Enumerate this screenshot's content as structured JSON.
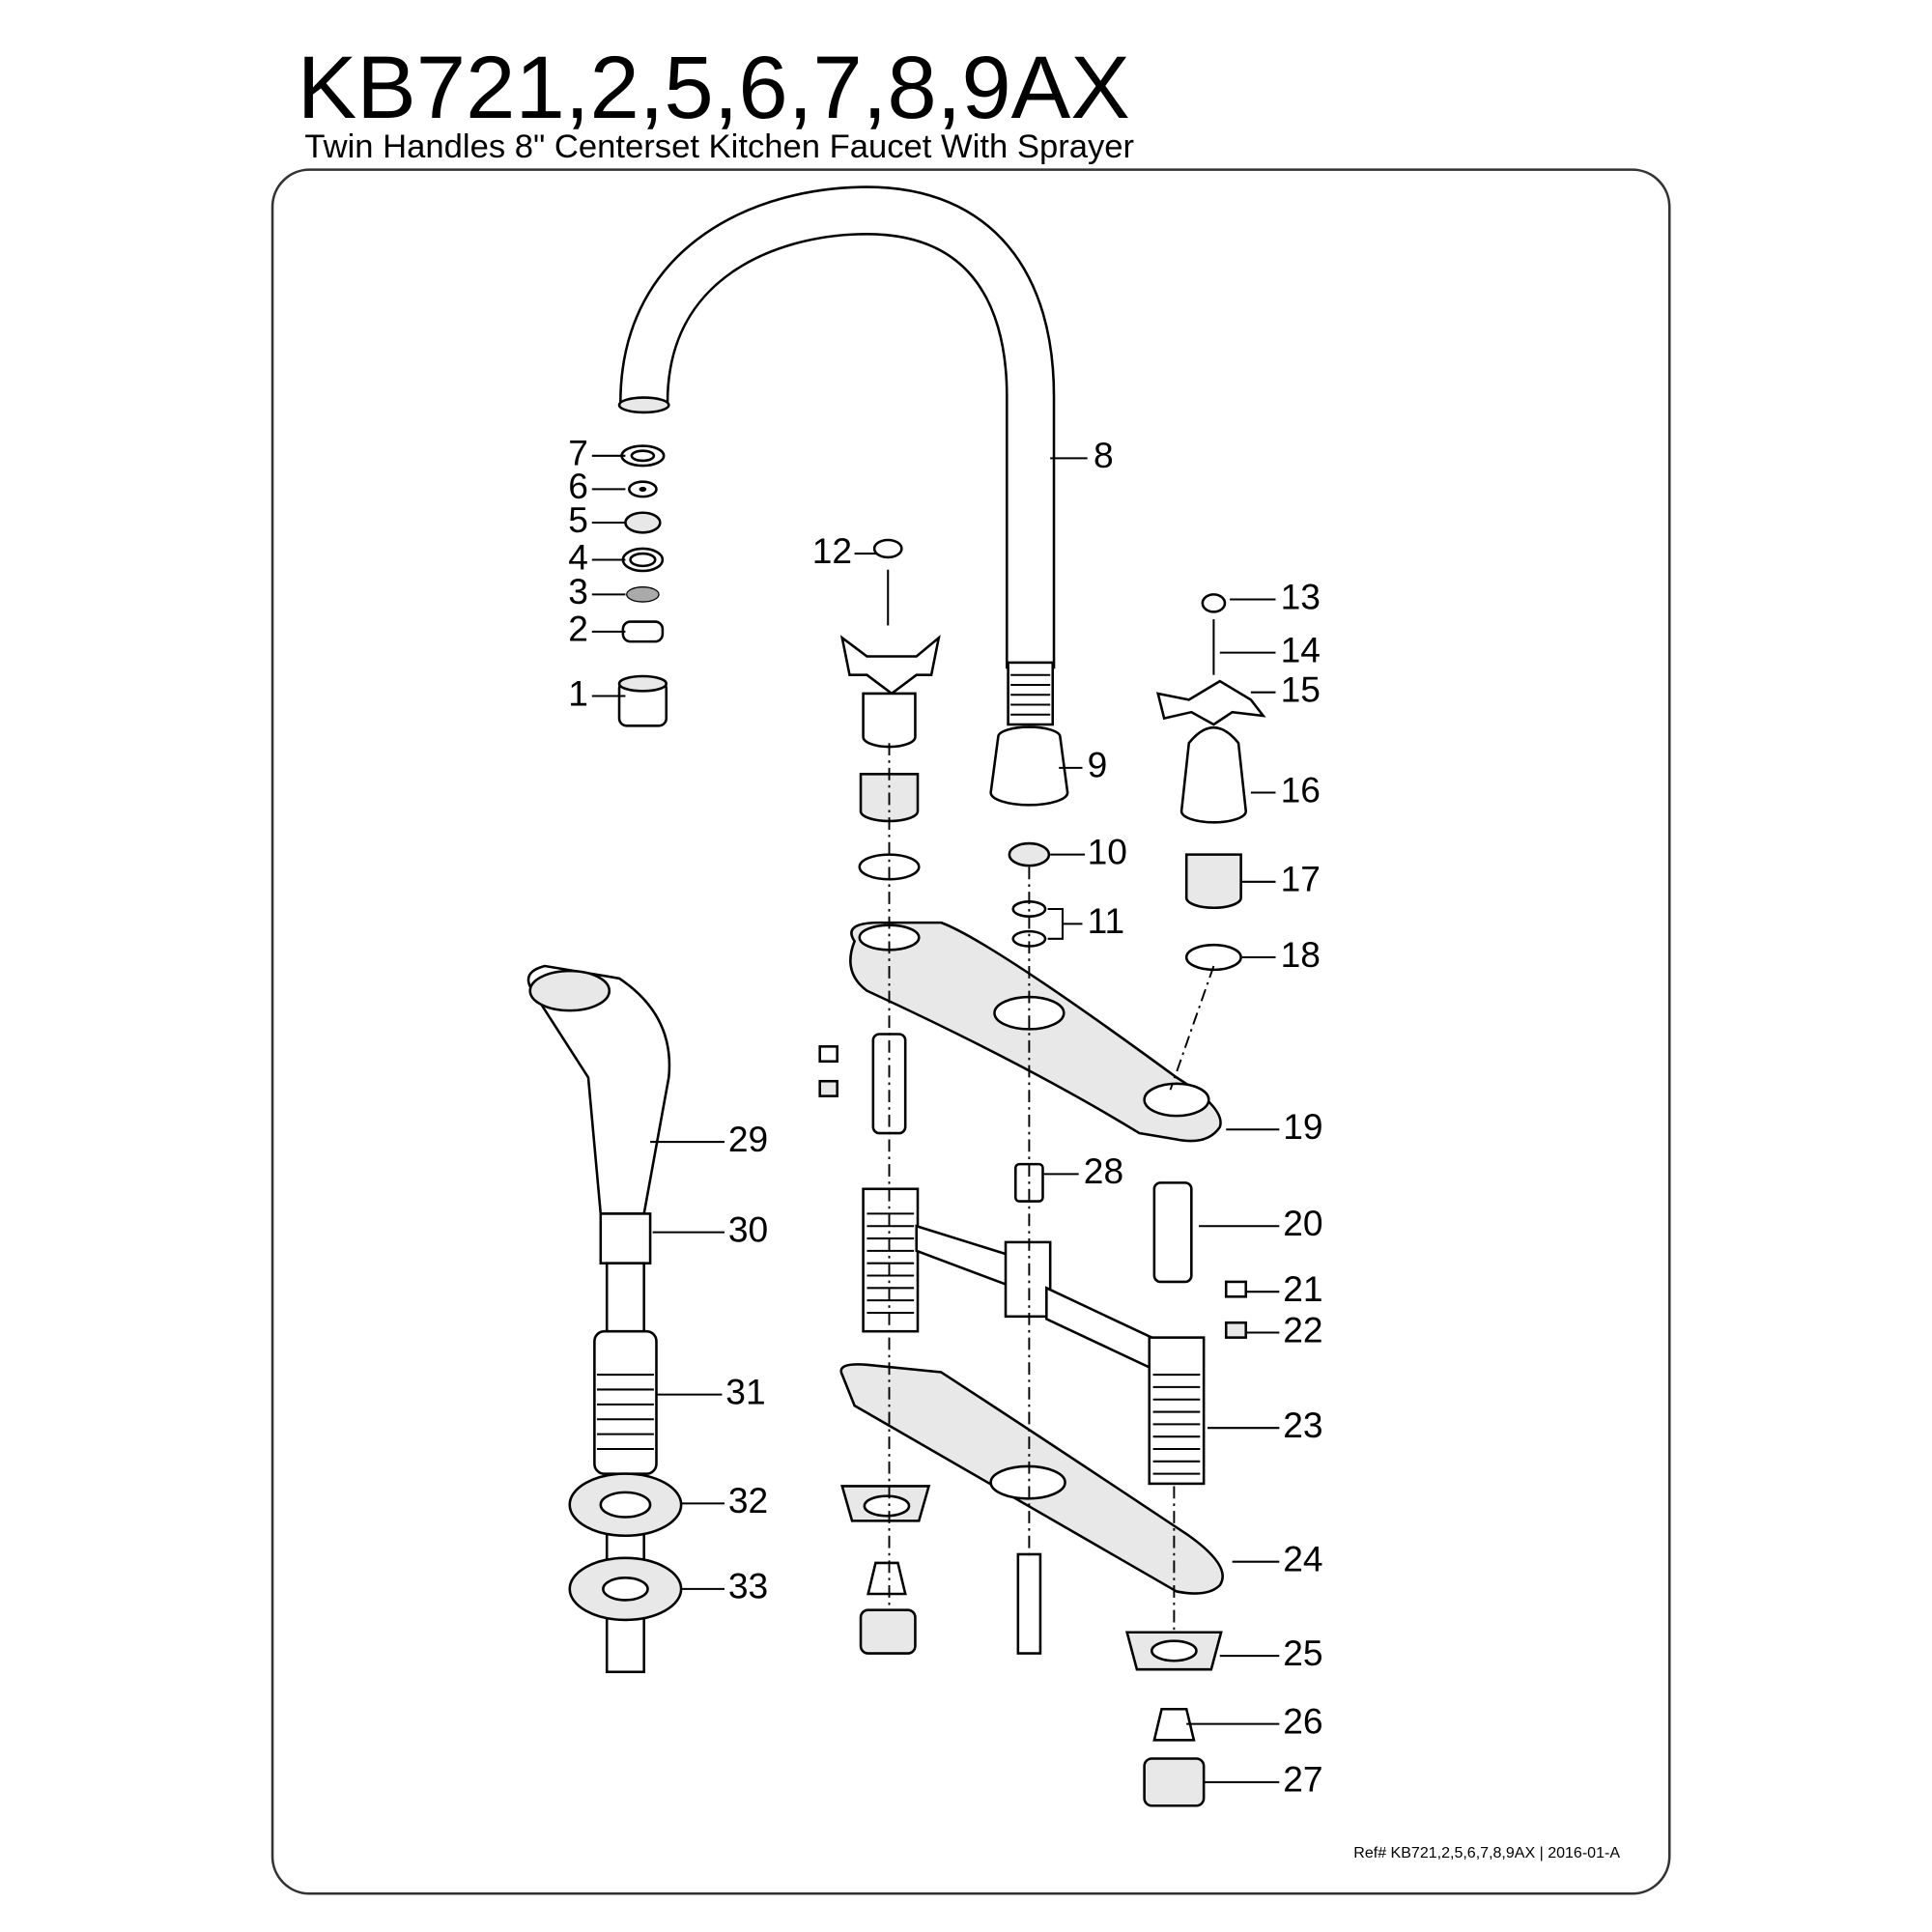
{
  "title": "KB721,2,5,6,7,8,9AX",
  "subtitle": "Twin Handles 8\" Centerset Kitchen Faucet With Sprayer",
  "reference": "Ref# KB721,2,5,6,7,8,9AX | 2016-01-A",
  "part_labels": [
    "1",
    "2",
    "3",
    "4",
    "5",
    "6",
    "7",
    "8",
    "9",
    "10",
    "11",
    "12",
    "13",
    "14",
    "15",
    "16",
    "17",
    "18",
    "19",
    "20",
    "21",
    "22",
    "23",
    "24",
    "25",
    "26",
    "27",
    "28",
    "29",
    "30",
    "31",
    "32",
    "33"
  ]
}
